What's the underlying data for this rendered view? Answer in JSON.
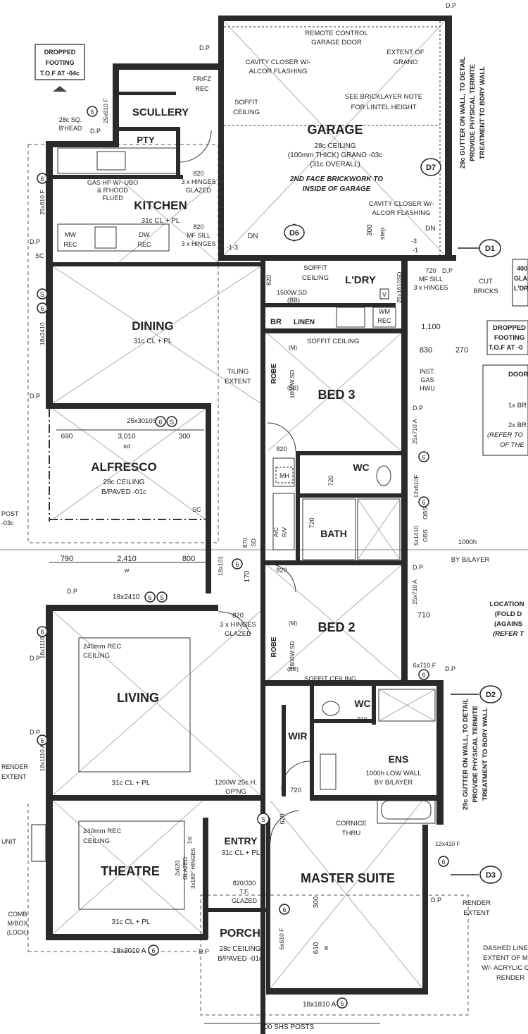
{
  "top_corner": "D.P",
  "notes": {
    "dropped_footing_tl": [
      "DROPPED",
      "FOOTING",
      "T.O.F AT -04c"
    ],
    "dp_a": "D.P",
    "dp_b": "D.P",
    "dp_c": "D.P",
    "dp_d": "D.P",
    "dp_e": "D.P",
    "dp_f": "D.P",
    "dp_g": "D.P",
    "dp_h": "D.P",
    "dp_i": "D.P",
    "dp_j": "D.P",
    "dp_k": "D.P",
    "dp_l": "D.P",
    "dp_m": "D.P",
    "remote_door": [
      "REMOTE CONTROL",
      "GARAGE DOOR"
    ],
    "cavity_closer_1": [
      "CAVITY CLOSER W/-",
      "ALCOR FLASHING"
    ],
    "extent_grano": [
      "EXTENT OF",
      "GRANO"
    ],
    "bricklayer_note": [
      "SEE BRICKLAYER NOTE",
      "FOR LINTEL HEIGHT"
    ],
    "soffit_garage": [
      "SOFFIT",
      "CEILING"
    ],
    "frfz": [
      "FR/FZ",
      "REC"
    ],
    "scullery_size": "25x810 F",
    "bhead": [
      "28c SQ.",
      "B'HEAD"
    ],
    "pty": "PTY",
    "gas_hp": [
      "GAS HP W/- UBO",
      "& R'HOOD",
      "FLUED"
    ],
    "hinges_glazed_1": [
      "820",
      "3 x HINGES",
      "GLAZED"
    ],
    "mf_sill_1": [
      "820",
      "MF SILL",
      "3 x HINGES"
    ],
    "garage_ceiling": [
      "28c CEILING",
      "(100mm THICK) GRANO -03c",
      "(31c OVERALL)"
    ],
    "brickwork_note": [
      "2ND FACE BRICKWORK TO",
      "INSIDE OF GARAGE"
    ],
    "cavity_closer_2": [
      "CAVITY CLOSER W/-",
      "ALCOR FLASHING"
    ],
    "dn_a": "DN",
    "dn_b": "DN",
    "step": [
      "300",
      "step"
    ],
    "minus3_a": "-1-3",
    "minus3_b": "-3",
    "minus1": "-1",
    "sc_a": "SC",
    "sc_b": "SC",
    "kitchen_sub": "31c CL + PL",
    "mw": [
      "MW",
      "REC"
    ],
    "dw": [
      "DW",
      "REC"
    ],
    "window_2581": "25x810 F",
    "window_182410": "18x2410",
    "dining_sub": "31c CL + PL",
    "tiling_extent": [
      "TILING",
      "EXTENT"
    ],
    "alfresco_window": "25x3010SD",
    "dim_690": "690",
    "dim_3010": "3,010",
    "dim_300": "300",
    "sd": "sd",
    "alfresco_sub": [
      "28c CEILING",
      "B/PAVED -01c"
    ],
    "post": [
      "POST",
      "-03c"
    ],
    "dim_790": "790",
    "dim_2410": "2,410",
    "dim_800": "800",
    "w_a": "w",
    "soffit_ldry": [
      "SOFFIT",
      "CEILING"
    ],
    "sd_1500": "1500W.SD",
    "bb_a": "(BB)",
    "ldry_820": "820",
    "v_box": "V",
    "wm": [
      "WM",
      "REC"
    ],
    "ldry_window": "25x1610SD",
    "ldry_door": [
      "720",
      "MF SILL",
      "3 x HINGES"
    ],
    "cut_bricks": [
      "CUT",
      "BRICKS"
    ],
    "br": "BR",
    "linen": "LINEN",
    "dim_1100": "1,100",
    "dim_830": "830",
    "dim_270": "270",
    "soffit_bed3": "SOFFIT CEILING",
    "robe_a": "ROBE",
    "bed3_robe_dims": [
      "(M)",
      "1800W.SD",
      "(BB)"
    ],
    "gas_hwu": [
      "INST.",
      "GAS",
      "HWU"
    ],
    "win_25710_a": "25x710 A",
    "bed3_door": "820",
    "mh": "MH",
    "ac": [
      "A/C",
      "R/V"
    ],
    "wc_720": "720",
    "win_12610": "12x610F",
    "obs_a": "OBS",
    "obs_b": "OBS",
    "bath_720": "720",
    "win_51410": "5x1410",
    "sd_870": [
      "870",
      "SD"
    ],
    "bylayer": [
      "1000h",
      "BY B/LAYER"
    ],
    "win_18101": "18x101",
    "dim_170": "170",
    "bed2_door": "820",
    "win_25710_b": "25x710 A",
    "dim_710": "710",
    "location_note": [
      "LOCATION",
      "(FOLD D",
      "(AGAINS",
      "(REFER T"
    ],
    "win_182410_b": "18x2410",
    "living_door": [
      "820",
      "3 x HINGES",
      "GLAZED"
    ],
    "robe_b": "ROBE",
    "bed2_robe_dims": [
      "(M)",
      "1800W.SD",
      "(BB)"
    ],
    "soffit_bed2": "SOFFIT CEILING",
    "win_6710": "6x710 F",
    "living_ceiling": [
      "240mm REC",
      "CEILING"
    ],
    "living_sub": "31c CL + PL",
    "win_181110_a": "18x1110 A",
    "win_181110_b": "18x1110 A",
    "wc2_720": "720",
    "opening_1260": [
      "1260W 25c H.",
      "OP'NG"
    ],
    "wir_720": "720",
    "ens_note": [
      "1000h LOW WALL",
      "BY B/LAYER"
    ],
    "render_extent_l": [
      "RENDER",
      "EXTENT"
    ],
    "unit": "UNIT",
    "theatre_ceiling": [
      "240mm REC",
      "CEILING"
    ],
    "theatre_door": [
      "2x620",
      "GLAZED",
      "3x180° HINGES",
      "1st"
    ],
    "theatre_sub": "31c CL + PL",
    "comb_box": [
      "COMB",
      "M/BOX",
      "(LOCK)"
    ],
    "entry_sub": "31c CL + PL",
    "entry_620": "620",
    "cornice": [
      "CORNICE",
      "THRU"
    ],
    "win_12410": "12x410 F",
    "tf_glazed": [
      "820/330",
      "T.F.",
      "GLAZED"
    ],
    "render_extent_r": [
      "RENDER",
      "EXTENT"
    ],
    "dim_300b": "300",
    "dim_610": "610",
    "w_b": "w",
    "win_6610": "6x610 F",
    "porch_sub": [
      "28c CEILING",
      "B/PAVED -01c"
    ],
    "win_183010": "18x3010 A",
    "win_181810": "18x1810 A",
    "dashed_note": [
      "DASHED LINE",
      "EXTENT OF M",
      "W/- ACRYLIC C",
      "RENDER"
    ],
    "shs_posts": "100 SHS POSTS",
    "right_dropped": [
      "DROPPED",
      "FOOTING",
      "T.O.F AT -0"
    ],
    "right_door_note": [
      "DOOR",
      "1x BR",
      "2x BR",
      "(REFER TO",
      "OF THE"
    ],
    "right_gla": [
      "400",
      "GLA",
      "L'DR"
    ],
    "gutter_note_1": [
      "29c GUTTER ON WALL, TO DETAIL",
      "PROVIDE PHYSICAL TERMITE",
      "TREATMENT TO BDRY WALL"
    ],
    "gutter_note_2": [
      "29c GUTTER ON WALL, TO DETAIL",
      "PROVIDE PHYSICAL TERMITE",
      "TREATMENT TO BDRY WALL"
    ]
  },
  "rooms": {
    "scullery": "SCULLERY",
    "kitchen": "KITCHEN",
    "garage": "GARAGE",
    "dining": "DINING",
    "alfresco": "ALFRESCO",
    "ldry": "L'DRY",
    "bed3": "BED 3",
    "wc": "WC",
    "bath": "BATH",
    "bed2": "BED 2",
    "living": "LIVING",
    "wir": "WIR",
    "wc2": "WC",
    "ens": "ENS",
    "theatre": "THEATRE",
    "entry": "ENTRY",
    "master": "MASTER SUITE",
    "porch": "PORCH"
  },
  "tags": {
    "d6": "D6",
    "d7": "D7",
    "d1": "D1",
    "d2": "D2",
    "d3": "D3",
    "six": "6",
    "s": "S"
  }
}
